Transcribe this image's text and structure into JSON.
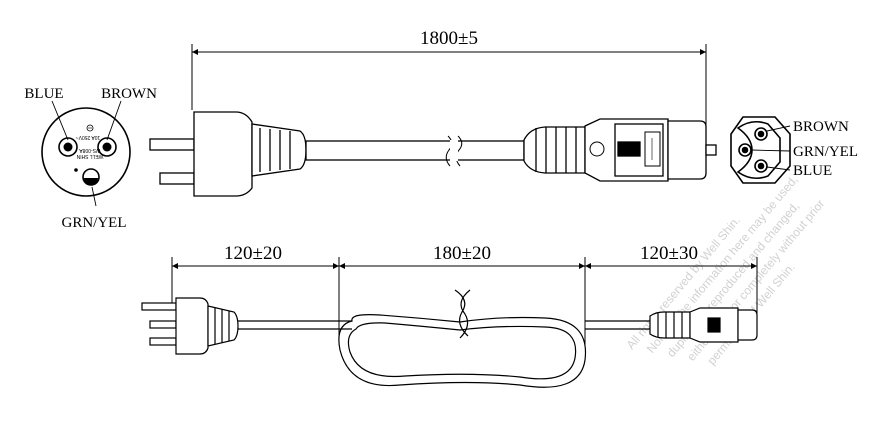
{
  "dimensions": {
    "total_length": "1800±5",
    "plug_segment": "120±20",
    "coil_segment": "180±20",
    "connector_segment": "120±30"
  },
  "plug_face": {
    "left_pin": "BLUE",
    "right_pin": "BROWN",
    "earth_pin": "GRN/YEL",
    "rating_text": "10A 250V~",
    "maker_text": "WELL SHIN",
    "model_text": "WS-008A"
  },
  "connector_face": {
    "top_contact": "BROWN",
    "middle_contact": "GRN/YEL",
    "bottom_contact": "BLUE"
  },
  "watermark": [
    "All rights reserved by Well Shin.",
    "None of the information here may be used,",
    "duplicated, reproduced and changed,",
    "either partly or completely without prior",
    "permission of Well Shin."
  ]
}
